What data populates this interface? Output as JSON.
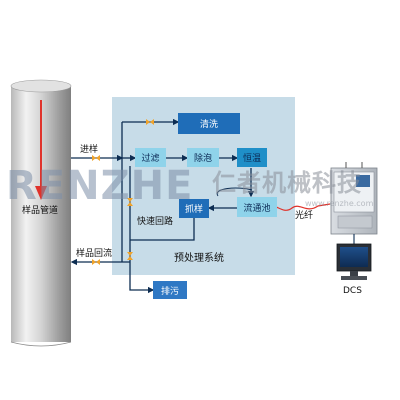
{
  "pipe": {
    "label": "样品管道"
  },
  "flows": {
    "inlet": "进样",
    "return": "样品回流",
    "fast_loop": "快速回路",
    "fiber": "光纤"
  },
  "system": {
    "title": "预处理系统"
  },
  "boxes": {
    "backflush": "清洗",
    "filter": "过滤",
    "debubble": "除泡",
    "thermostat": "恒温",
    "stirring": "抓样",
    "flow_cell": "流通池",
    "drain": "排污"
  },
  "dcs": {
    "label": "DCS"
  },
  "watermark": {
    "brand": "RENZHE",
    "company": "仁者机械科技",
    "url": "www.renzhe.com"
  },
  "colors": {
    "panel": "#c7dce8",
    "box_light": "#8fd3ea",
    "box_dark": "#1f6db8",
    "box_drain": "#2f78c4",
    "line": "#0d2d52",
    "arrow_red": "#e0322b",
    "valve": "#f0a32a"
  }
}
